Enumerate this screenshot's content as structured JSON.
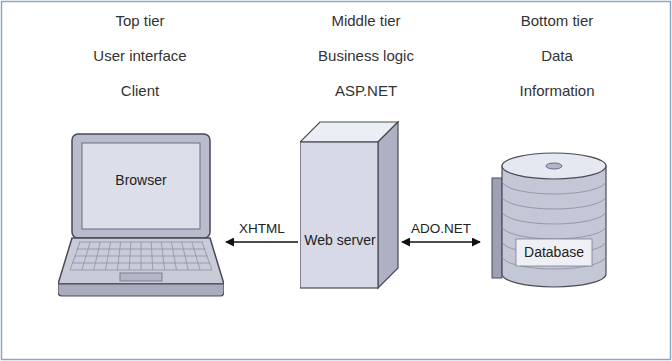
{
  "diagram": {
    "nodes": [
      {
        "text": [
          "Browser"
        ]
      },
      {
        "text": [
          "Web server"
        ]
      },
      {
        "text": [
          "Database"
        ]
      }
    ],
    "edges": [
      {
        "from": 1,
        "to": 0,
        "arrow": "to",
        "label": "XHTML"
      },
      {
        "from": 1,
        "to": 2,
        "arrow": "both",
        "label": "ADO.NET"
      }
    ],
    "labels": [
      "Top tier",
      "User interface",
      "Client",
      "Middle tier",
      "Business logic",
      "ASP.NET",
      "Bottom tier",
      "Data",
      "Information"
    ]
  }
}
